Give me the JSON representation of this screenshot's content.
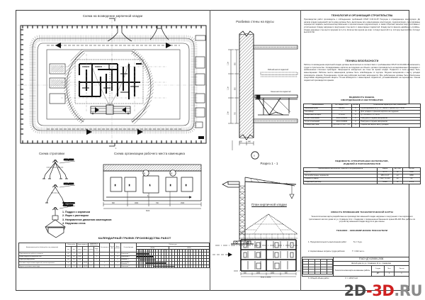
{
  "document": {
    "type": "construction-technology-card",
    "language": "ru",
    "sheet_code": "ГГАСУ ДП 020000-2006",
    "sheet_subtitle": "Жилой дом по ул. Славянок 11 в г. Самарово",
    "stamp_cell": "Технологическая карта на каменные работы",
    "stamp_cols": [
      "Стадия",
      "Лист",
      "Листов"
    ],
    "stamp_vals": [
      "ДП",
      "1",
      "1"
    ]
  },
  "titles": {
    "site_plan": "Схема на возведение кирпичной кладки",
    "wall_tiers": "Разбивка стены на ярусы",
    "slinging": "Схема строповки",
    "workplace": "Схема организации рабочего места каменщика",
    "section_1_1": "Разрез 1 - 1",
    "masonry_plan": "План кирпичной кладки",
    "calendar": "КАЛЕНДАРНЫЙ ГРАФИК ПРОИЗВОДСТВА РАБОТ"
  },
  "right_panel": {
    "s1_title": "ТЕХНОЛОГИЯ И ОРГАНИЗАЦИЯ СТРОИТЕЛЬСТВА",
    "s1_body": "Производство работ производить с соблюдением требований СНиП 3.03.01-87 Несущие и ограждающие конструкции. До начала кладки надземной части дома должны быть выполнены все нижележащие конструкции, гидроизоляция, смонтированы перекрытия подвала, выполнена вертикальная и горизонтальная гидроизоляция, а также обратная засыпка пазух котлована с уплотнением. Кладку наружных и внутренних стен вести с инвентарных подмостей. Кладку вести звеном «двойка» и «тройка». Кладку наружных стен вести ярусами по 1,2 м. Количество ярусов на этаж: 1-й ярус высотой 1 м; 2-й ярус высотой 2м; 3-й ярус высотой 3м.",
    "s2_title": "ТЕХНИКА БЕЗОПАСНОСТИ",
    "s2_body": "Работы по возведению кирпичной кладки должны выполняться в соответствии с требованиями СНиП 12-03-2001 Безопасность труда в строительстве. Складирование кирпича на поддонах на объекте должно производиться на выровненных площадках с применением стоечных прокладок. Запрещается находиться на стене во время кладки. Подмости и леса должны быть инвентарными. Рабочие места каменщиков должны быть освобождены от мусора. Подъём материалов к месту укладки производить краном. Перемещение грузов над рабочими местами запрещается. Все работающие должны быть обеспечены средствами индивидуальной защиты. Стена возводится с инвентарных подмостей, устанавливаемых на перекрытие. Смена подмостей производится краном.",
    "t1_title_l1": "ВЕДОМОСТЬ МАШИН,",
    "t1_title_l2": "ОБОРУДОВАНИЯ И ИНСТРУМЕНТОВ",
    "t1_headers": [
      "Наименование",
      "Тип, марка, ГОСТ",
      "Кол-во",
      "Техническая характеристика, назначение"
    ],
    "t1_rows": [
      [
        "Башенный кран",
        "КБ-403",
        "1",
        "Грузоподъёмность Q = 8 т, вылет стрелы Lстр = 25 м"
      ],
      [
        "Контейнер",
        "—",
        "3",
        "Для укладки и хранения кирпича на поддонах"
      ],
      [
        "Сварочный аппарат",
        "СТЭ-24",
        "2",
        "Q = 10-200 А, U = 60 В"
      ],
      [
        "Строп 4-ветвевой",
        "4СК-3,0/4000",
        "2",
        "Разгрузка и подъём материалов"
      ],
      [
        "Строп 2-ветвевой",
        "2СК-3,0/2000",
        "2",
        "Разгрузка и подъём материалов"
      ],
      [
        "Поворотная база",
        "КБ-1-02-7/ГОСТ 7-57",
        "3",
        "Подача раствора к месту укладки"
      ]
    ],
    "t2_title_l1": "ВЕДОМОСТЬ СТРОИТЕЛЬНЫХ МАТЕРИАЛОВ,",
    "t2_title_l2": "ИЗДЕЛИЙ И ПОЛУФАБРИКАТОВ",
    "t2_headers": [
      "Наименование материалов, изделий и полуфабрикатов",
      "Марка",
      "Ед. изм.",
      "Кол-во"
    ],
    "t2_rows": [
      [
        "Кирпич",
        "М-75",
        "м³",
        "1280"
      ],
      [
        "Железобетонные перемычки",
        "ЖБ 1,6-17",
        "шт",
        "1800"
      ],
      [
        "Подмости марки",
        "ПШ 771-419",
        "шт",
        "64"
      ],
      [
        "Кладочный раствор",
        "М100",
        "м³",
        "174,0"
      ]
    ],
    "s3_title": "ОБЛАСТЬ ПРИМЕНЕНИЯ ТЕХНОЛОГИЧЕСКОЙ КАРТЫ",
    "s3_body": "Технологическая карта разработана на производство каменной кладки наружных и внутренних стен кирпичного трёхэтажного жилого дома по ул. Славянок 11 в г. Самарово с применением башенного крана КБ-403. Все работы по устройству каменной кладки ведутся в две смены.",
    "s4_title": "ТЕХНИКО - ЭКОНОМИЧЕСКИЕ ПОКАЗАТЕЛИ",
    "s4_items": [
      "1. Продолжительность выполнения работ            Тн = 6 дн.",
      "2. Нормативные затраты труда рабочих             Т = 432 чел-ч.",
      "3. Выработка на одного рабочего в смену          Всм = 93,5 м",
      "4. Заработная плата рабочих                      Зп = 1023,2 р.",
      "5. Общий объём работ                             V = 1153,5 м3"
    ]
  },
  "legend": {
    "items": [
      "1. Поддон с кирпичом",
      "2. Ящик с раствором",
      "3. Направление движения каменщиков",
      "4. Наружная стена"
    ]
  },
  "annotations": {
    "slinging_1": "4СК-3,0/4000",
    "slinging_2": "2СК-3,0/2000",
    "slinging_3": "Грузозахватное 4СК-3,0/4000",
    "tier_1": "1,1м",
    "tier_2": "1,1м",
    "tier_3": "1,0м",
    "tier_dim1": "800",
    "tier_dim2": "800",
    "tier_dim3": "700",
    "node_b": "Б",
    "node_k1": "К1",
    "node_k2": "К2",
    "wall_note_1": "Рабочий настил подмостей",
    "wall_note_2": "Смена настила подмостей",
    "base_dim_1": "500",
    "base_dim_2": "640",
    "section_base": "Блок 1 (1000)"
  },
  "calendar": {
    "headers_l1": [
      "Наименование работ (объём работ и ед. измерения)",
      "Объём работ",
      "Норма времени",
      "Трудоёмкость выполнения",
      "Состав звена",
      "Число смен",
      "Число рабочих",
      "Состав бригады",
      "Рабочие дни"
    ],
    "months": [
      "ИЮНЬ",
      "ИЮЛЬ"
    ],
    "units_row": [
      "ед.",
      "кол.",
      "чел-ч",
      "маш-ч",
      "чел-дн",
      "маш-см",
      "",
      "",
      ""
    ],
    "rows": [
      {
        "name": "Подготовительные работы на захватке",
        "c": [
          "м2",
          "12",
          "0,72",
          "",
          "",
          "1,1",
          "",
          "2",
          "4",
          "Каменщики 2"
        ],
        "bar_start": 0,
        "bar_len": 7
      },
      {
        "name": "Кладка наружных и внутренних стен",
        "c": [
          "м3",
          "62",
          "0,51",
          "",
          "",
          "1",
          "",
          "2",
          "4",
          "Каменщики 4"
        ],
        "bar_start": 0,
        "bar_len": 9
      },
      {
        "name": "Подача раствора краном",
        "c": [
          "м3",
          "62",
          "0,51",
          "",
          "",
          "1",
          "",
          "2",
          "4",
          "Машинист 1"
        ],
        "bar_start": 2,
        "bar_len": 8
      },
      {
        "name": "Установка и перестановка подмостей, монтаж перемычек",
        "c": [
          "шт",
          "32",
          "1,7",
          "45,0/2",
          "1",
          "",
          "1",
          "2",
          "4",
          "Монтажники 2, Машинист 1"
        ],
        "bar_start": 5,
        "bar_len": 9
      },
      {
        "name": "Заделка и расшивка швов кладки",
        "c": [
          "м2",
          "18",
          "0,6",
          "40,0/2",
          "1",
          "",
          "1",
          "2",
          "4",
          "Каменщики 2"
        ],
        "bar_start": 9,
        "bar_len": 8
      }
    ],
    "day_count": 30
  },
  "colors": {
    "line": "#2b2b2b",
    "frame": "#3a3a3a",
    "wm_gray": "#4a4a4a",
    "wm_red": "#cf2020",
    "wm_light": "#8c8c8c"
  },
  "watermark": {
    "a": "2D",
    "dash": "-",
    "b": "3D",
    "c": ".RU"
  }
}
